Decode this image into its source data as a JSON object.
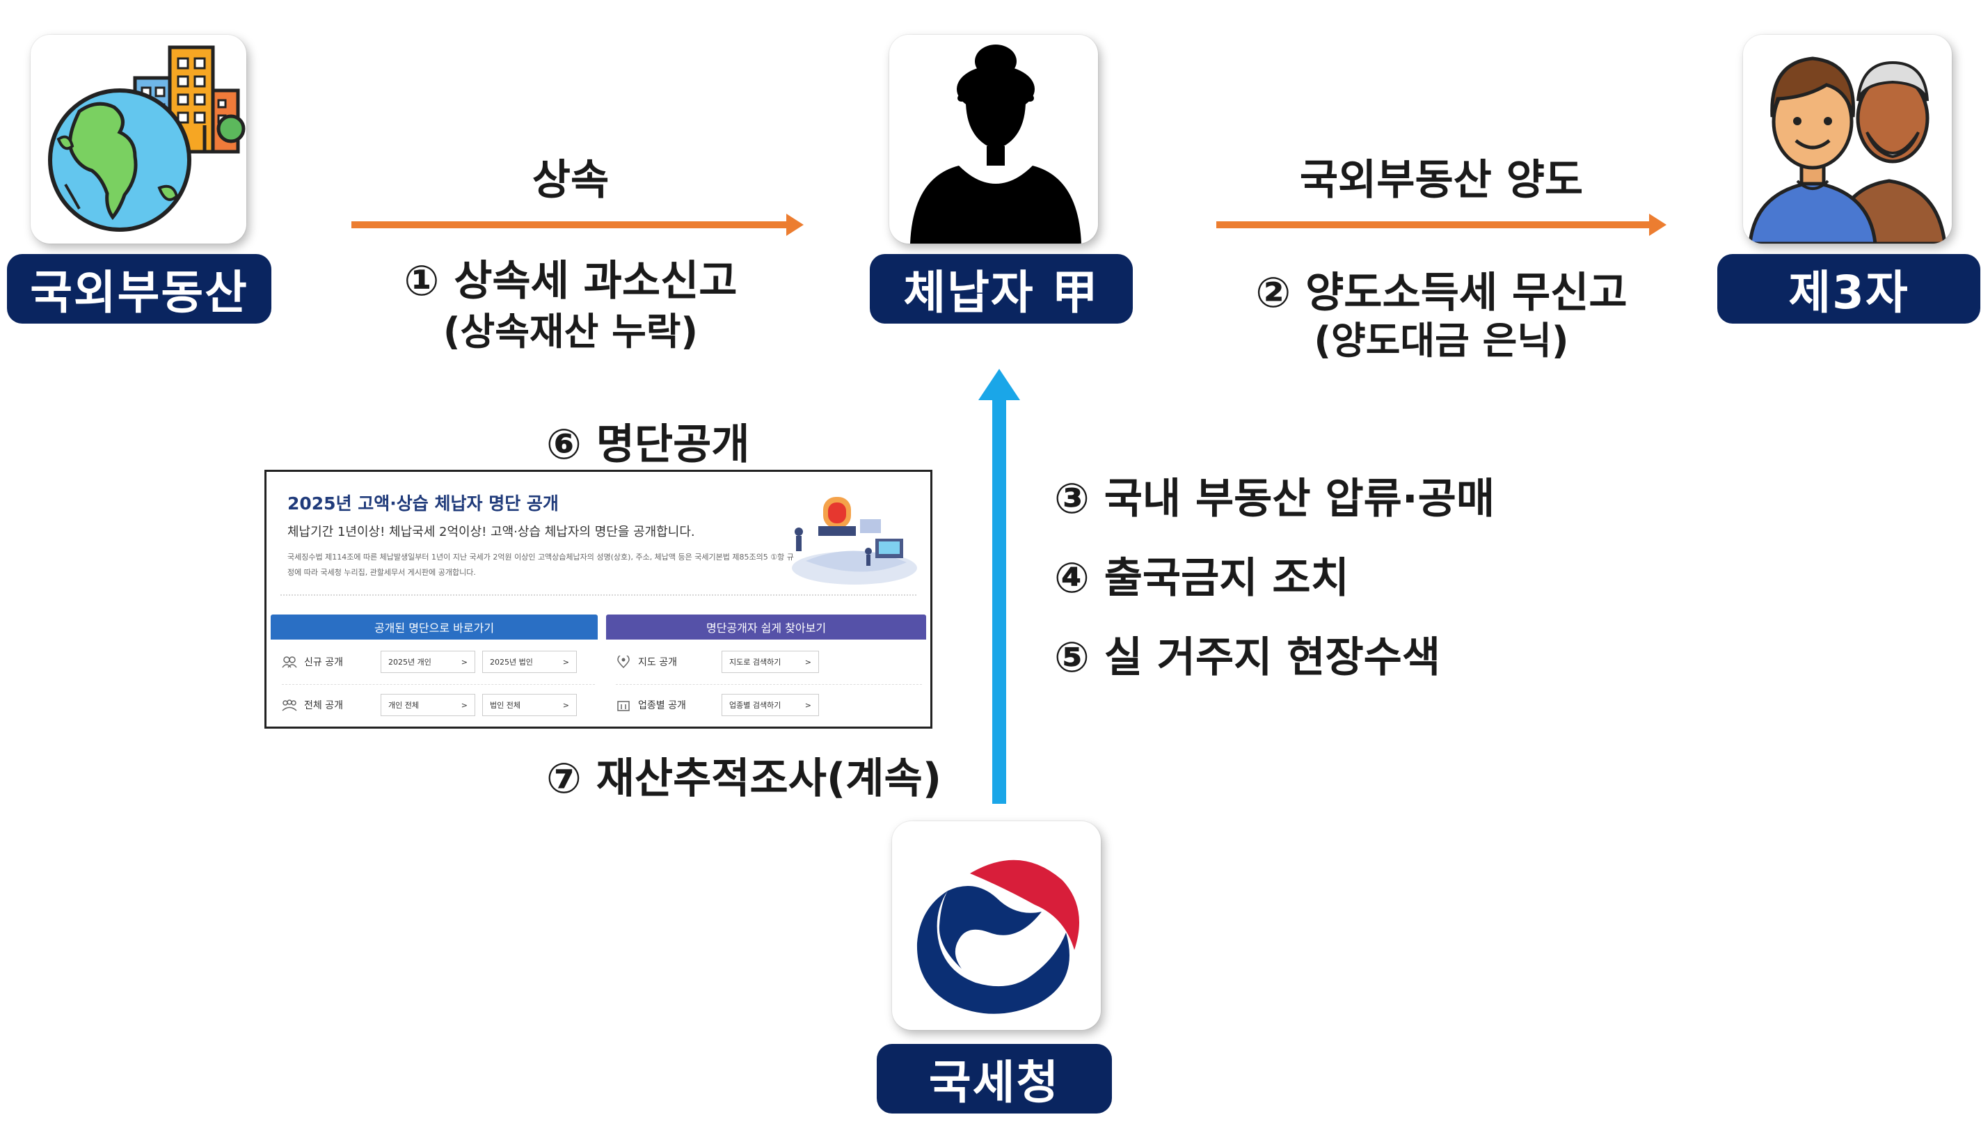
{
  "nodes": {
    "foreign_property": "국외부동산",
    "taxpayer": "체납자 甲",
    "third_party": "제3자",
    "nts": "국세청"
  },
  "arrows": {
    "inherit_top": "상속",
    "inherit_bottom_1": "① 상속세 과소신고",
    "inherit_bottom_2": "(상속재산 누락)",
    "transfer_top": "국외부동산 양도",
    "transfer_bottom_1": "② 양도소득세 무신고",
    "transfer_bottom_2": "(양도대금 은닉)"
  },
  "actions": {
    "seizure": "③ 국내 부동산 압류·공매",
    "travel_ban": "④ 출국금지 조치",
    "search": "⑤ 실 거주지 현장수색",
    "disclosure": "⑥ 명단공개",
    "tracking": "⑦ 재산추적조사(계속)"
  },
  "screenshot": {
    "title": "2025년 고액·상습 체납자 명단 공개",
    "subtitle": "체납기간 1년이상! 체납국세 2억이상! 고액·상습 체납자의 명단을 공개합니다.",
    "desc": "국세징수법 제114조에 따른 체납발생일부터 1년이 지난 국세가 2억원 이상인 고액상습체납자의 성명(상호), 주소, 체납액 등은 국세기본법 제85조의5 ①항 규정에 따라 국세청 누리집, 관할세무서 게시판에 공개합니다.",
    "left_header": "공개된 명단으로 바로가기",
    "right_header": "명단공개자 쉽게 찾아보기",
    "left_rows": [
      {
        "label": "신규 공개",
        "chips": [
          "2025년 개인",
          "2025년 법인"
        ]
      },
      {
        "label": "전체 공개",
        "chips": [
          "개인 전체",
          "법인 전체"
        ]
      }
    ],
    "right_rows": [
      {
        "label": "지도 공개",
        "chips": [
          "지도로 검색하기"
        ]
      },
      {
        "label": "업종별 공개",
        "chips": [
          "업종별 검색하기"
        ]
      }
    ],
    "chevron": ">"
  },
  "colors": {
    "pill": "#0a2560",
    "orange_arrow": "#ec7d30",
    "blue_arrow": "#1aa6e8",
    "left_header": "#2a6fc4",
    "right_header": "#5551a8"
  }
}
